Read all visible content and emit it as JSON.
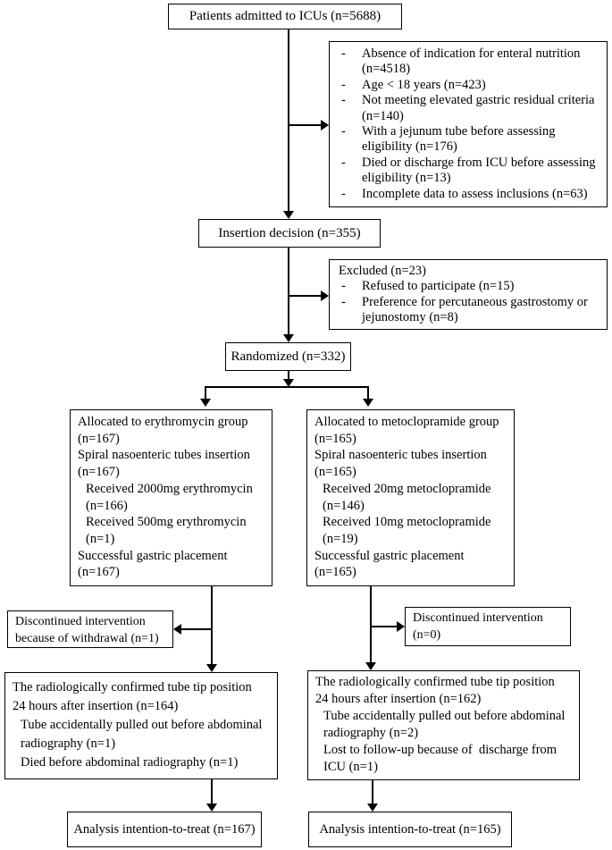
{
  "page": {
    "background": "#ffffff",
    "ink": "#000000"
  },
  "boxes": {
    "admitted": {
      "label": "Patients admitted to ICUs (n=5688)"
    },
    "screening_exclusions": {
      "items": [
        "Absence of indication for enteral nutrition (n=4518)",
        "Age < 18 years (n=423)",
        "Not meeting elevated gastric residual criteria (n=140)",
        "With a jejunum tube before assessing eligibility (n=176)",
        "Died or discharge from ICU before assessing eligibility (n=13)",
        "Incomplete data to assess inclusions (n=63)"
      ]
    },
    "insertion_decision": {
      "label": "Insertion decision (n=355)"
    },
    "excluded": {
      "title": "Excluded (n=23)",
      "items": [
        "Refused to participate (n=15)",
        "Preference for percutaneous gastrostomy or jejunostomy (n=8)"
      ]
    },
    "randomized": {
      "label": "Randomized (n=332)"
    },
    "erythromycin_group": {
      "lines": [
        {
          "text": "Allocated to erythromycin group",
          "indent": 0
        },
        {
          "text": "(n=167)",
          "indent": 0
        },
        {
          "text": "Spiral nasoenteric tubes insertion",
          "indent": 0
        },
        {
          "text": "(n=167)",
          "indent": 0
        },
        {
          "text": "Received 2000mg erythromycin",
          "indent": 1
        },
        {
          "text": "(n=166)",
          "indent": 1
        },
        {
          "text": "Received 500mg erythromycin",
          "indent": 1
        },
        {
          "text": "(n=1)",
          "indent": 1
        },
        {
          "text": "Successful gastric placement",
          "indent": 0
        },
        {
          "text": "(n=167)",
          "indent": 0
        }
      ]
    },
    "metoclopramide_group": {
      "lines": [
        {
          "text": "Allocated to metoclopramide group",
          "indent": 0
        },
        {
          "text": "(n=165)",
          "indent": 0
        },
        {
          "text": "Spiral nasoenteric tubes insertion",
          "indent": 0
        },
        {
          "text": "(n=165)",
          "indent": 0
        },
        {
          "text": "Received 20mg metoclopramide",
          "indent": 1
        },
        {
          "text": "(n=146)",
          "indent": 1
        },
        {
          "text": "Received 10mg metoclopramide",
          "indent": 1
        },
        {
          "text": "(n=19)",
          "indent": 1
        },
        {
          "text": "Successful gastric placement",
          "indent": 0
        },
        {
          "text": "(n=165)",
          "indent": 0
        }
      ]
    },
    "discontinued_erythromycin": {
      "label": "Discontinued intervention because of withdrawal (n=1)"
    },
    "discontinued_metoclopramide": {
      "label": "Discontinued intervention (n=0)"
    },
    "radiology_erythromycin": {
      "lines": [
        {
          "text": "The radiologically confirmed tube tip position",
          "indent": 0
        },
        {
          "text": "24 hours after insertion (n=164)",
          "indent": 0
        },
        {
          "text": "Tube accidentally pulled out before abdominal",
          "indent": 1
        },
        {
          "text": "radiography (n=1)",
          "indent": 1
        },
        {
          "text": "Died before abdominal radiography (n=1)",
          "indent": 1
        }
      ]
    },
    "radiology_metoclopramide": {
      "lines": [
        {
          "text": "The radiologically confirmed tube tip position",
          "indent": 0
        },
        {
          "text": "24 hours after insertion (n=162)",
          "indent": 0
        },
        {
          "text": "Tube accidentally pulled out before abdominal",
          "indent": 1
        },
        {
          "text": "radiography (n=2)",
          "indent": 1
        },
        {
          "text": "Lost to follow-up because of  discharge from",
          "indent": 1
        },
        {
          "text": "ICU (n=1)",
          "indent": 1
        }
      ]
    },
    "analysis_erythromycin": {
      "label": "Analysis intention-to-treat (n=167)"
    },
    "analysis_metoclopramide": {
      "label": "Analysis intention-to-treat (n=165)"
    }
  }
}
